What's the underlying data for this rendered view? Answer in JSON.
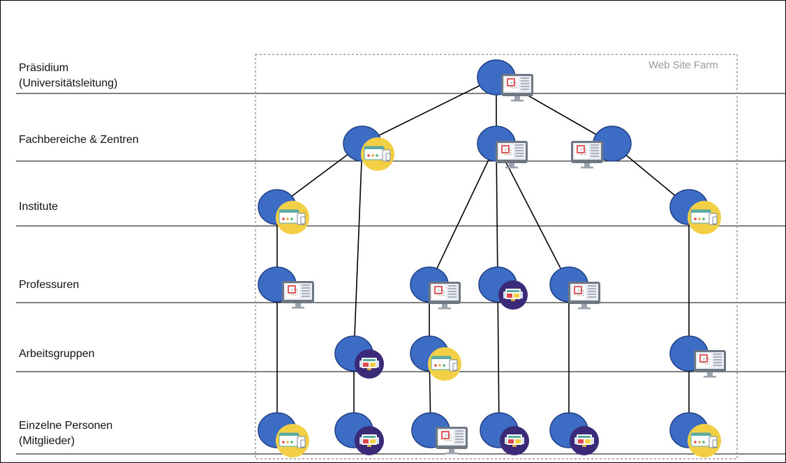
{
  "farm_label": "Web Site Farm",
  "levels": [
    {
      "id": "praesidium",
      "label": "Präsidium\n(Universitätsleitung)"
    },
    {
      "id": "fachbereiche",
      "label": "Fachbereiche & Zentren"
    },
    {
      "id": "institute",
      "label": "Institute"
    },
    {
      "id": "professuren",
      "label": "Professuren"
    },
    {
      "id": "arbeitsgruppen",
      "label": "Arbeitsgruppen"
    },
    {
      "id": "personen",
      "label": "Einzelne Personen\n(Mitglieder)"
    }
  ],
  "colors": {
    "node": "#3d6cc4",
    "node_stroke": "#1f3f86",
    "badge_yellow": "#f2cf45",
    "badge_purple": "#3a2a78",
    "monitor_frame": "#6f7782",
    "monitor_screen": "#e9edf3",
    "accent_red": "#e0474c",
    "farm_border": "#9b9b9b"
  },
  "nodes": [
    {
      "id": "p1",
      "level": "praesidium",
      "icon": "monitor-icon"
    },
    {
      "id": "f1",
      "level": "fachbereiche",
      "icon": "yellow-website-badge-icon"
    },
    {
      "id": "f2",
      "level": "fachbereiche",
      "icon": "monitor-icon"
    },
    {
      "id": "f3",
      "level": "fachbereiche",
      "icon": "monitor-icon"
    },
    {
      "id": "i1",
      "level": "institute",
      "icon": "yellow-website-badge-icon"
    },
    {
      "id": "i2",
      "level": "institute",
      "icon": "yellow-website-badge-icon"
    },
    {
      "id": "pr1",
      "level": "professuren",
      "icon": "monitor-icon"
    },
    {
      "id": "pr2",
      "level": "professuren",
      "icon": "monitor-icon"
    },
    {
      "id": "pr3",
      "level": "professuren",
      "icon": "purple-device-badge-icon"
    },
    {
      "id": "pr4",
      "level": "professuren",
      "icon": "monitor-icon"
    },
    {
      "id": "a1",
      "level": "arbeitsgruppen",
      "icon": "purple-device-badge-icon"
    },
    {
      "id": "a2",
      "level": "arbeitsgruppen",
      "icon": "yellow-website-badge-icon"
    },
    {
      "id": "a3",
      "level": "arbeitsgruppen",
      "icon": "monitor-icon"
    },
    {
      "id": "e1",
      "level": "personen",
      "icon": "yellow-website-badge-icon"
    },
    {
      "id": "e2",
      "level": "personen",
      "icon": "purple-device-badge-icon"
    },
    {
      "id": "e3",
      "level": "personen",
      "icon": "monitor-icon"
    },
    {
      "id": "e4",
      "level": "personen",
      "icon": "purple-device-badge-icon"
    },
    {
      "id": "e5",
      "level": "personen",
      "icon": "purple-device-badge-icon"
    },
    {
      "id": "e6",
      "level": "personen",
      "icon": "yellow-website-badge-icon"
    }
  ],
  "edges": [
    [
      "p1",
      "f1"
    ],
    [
      "p1",
      "f2"
    ],
    [
      "p1",
      "f3"
    ],
    [
      "f1",
      "i1"
    ],
    [
      "f1",
      "a1"
    ],
    [
      "f2",
      "pr2"
    ],
    [
      "f2",
      "pr3"
    ],
    [
      "f2",
      "pr4"
    ],
    [
      "f3",
      "i2"
    ],
    [
      "i1",
      "pr1"
    ],
    [
      "pr1",
      "e1"
    ],
    [
      "a1",
      "e2"
    ],
    [
      "pr2",
      "a2"
    ],
    [
      "a2",
      "e3"
    ],
    [
      "pr3",
      "e4"
    ],
    [
      "pr4",
      "e5"
    ],
    [
      "i2",
      "a3"
    ],
    [
      "a3",
      "e6"
    ]
  ]
}
